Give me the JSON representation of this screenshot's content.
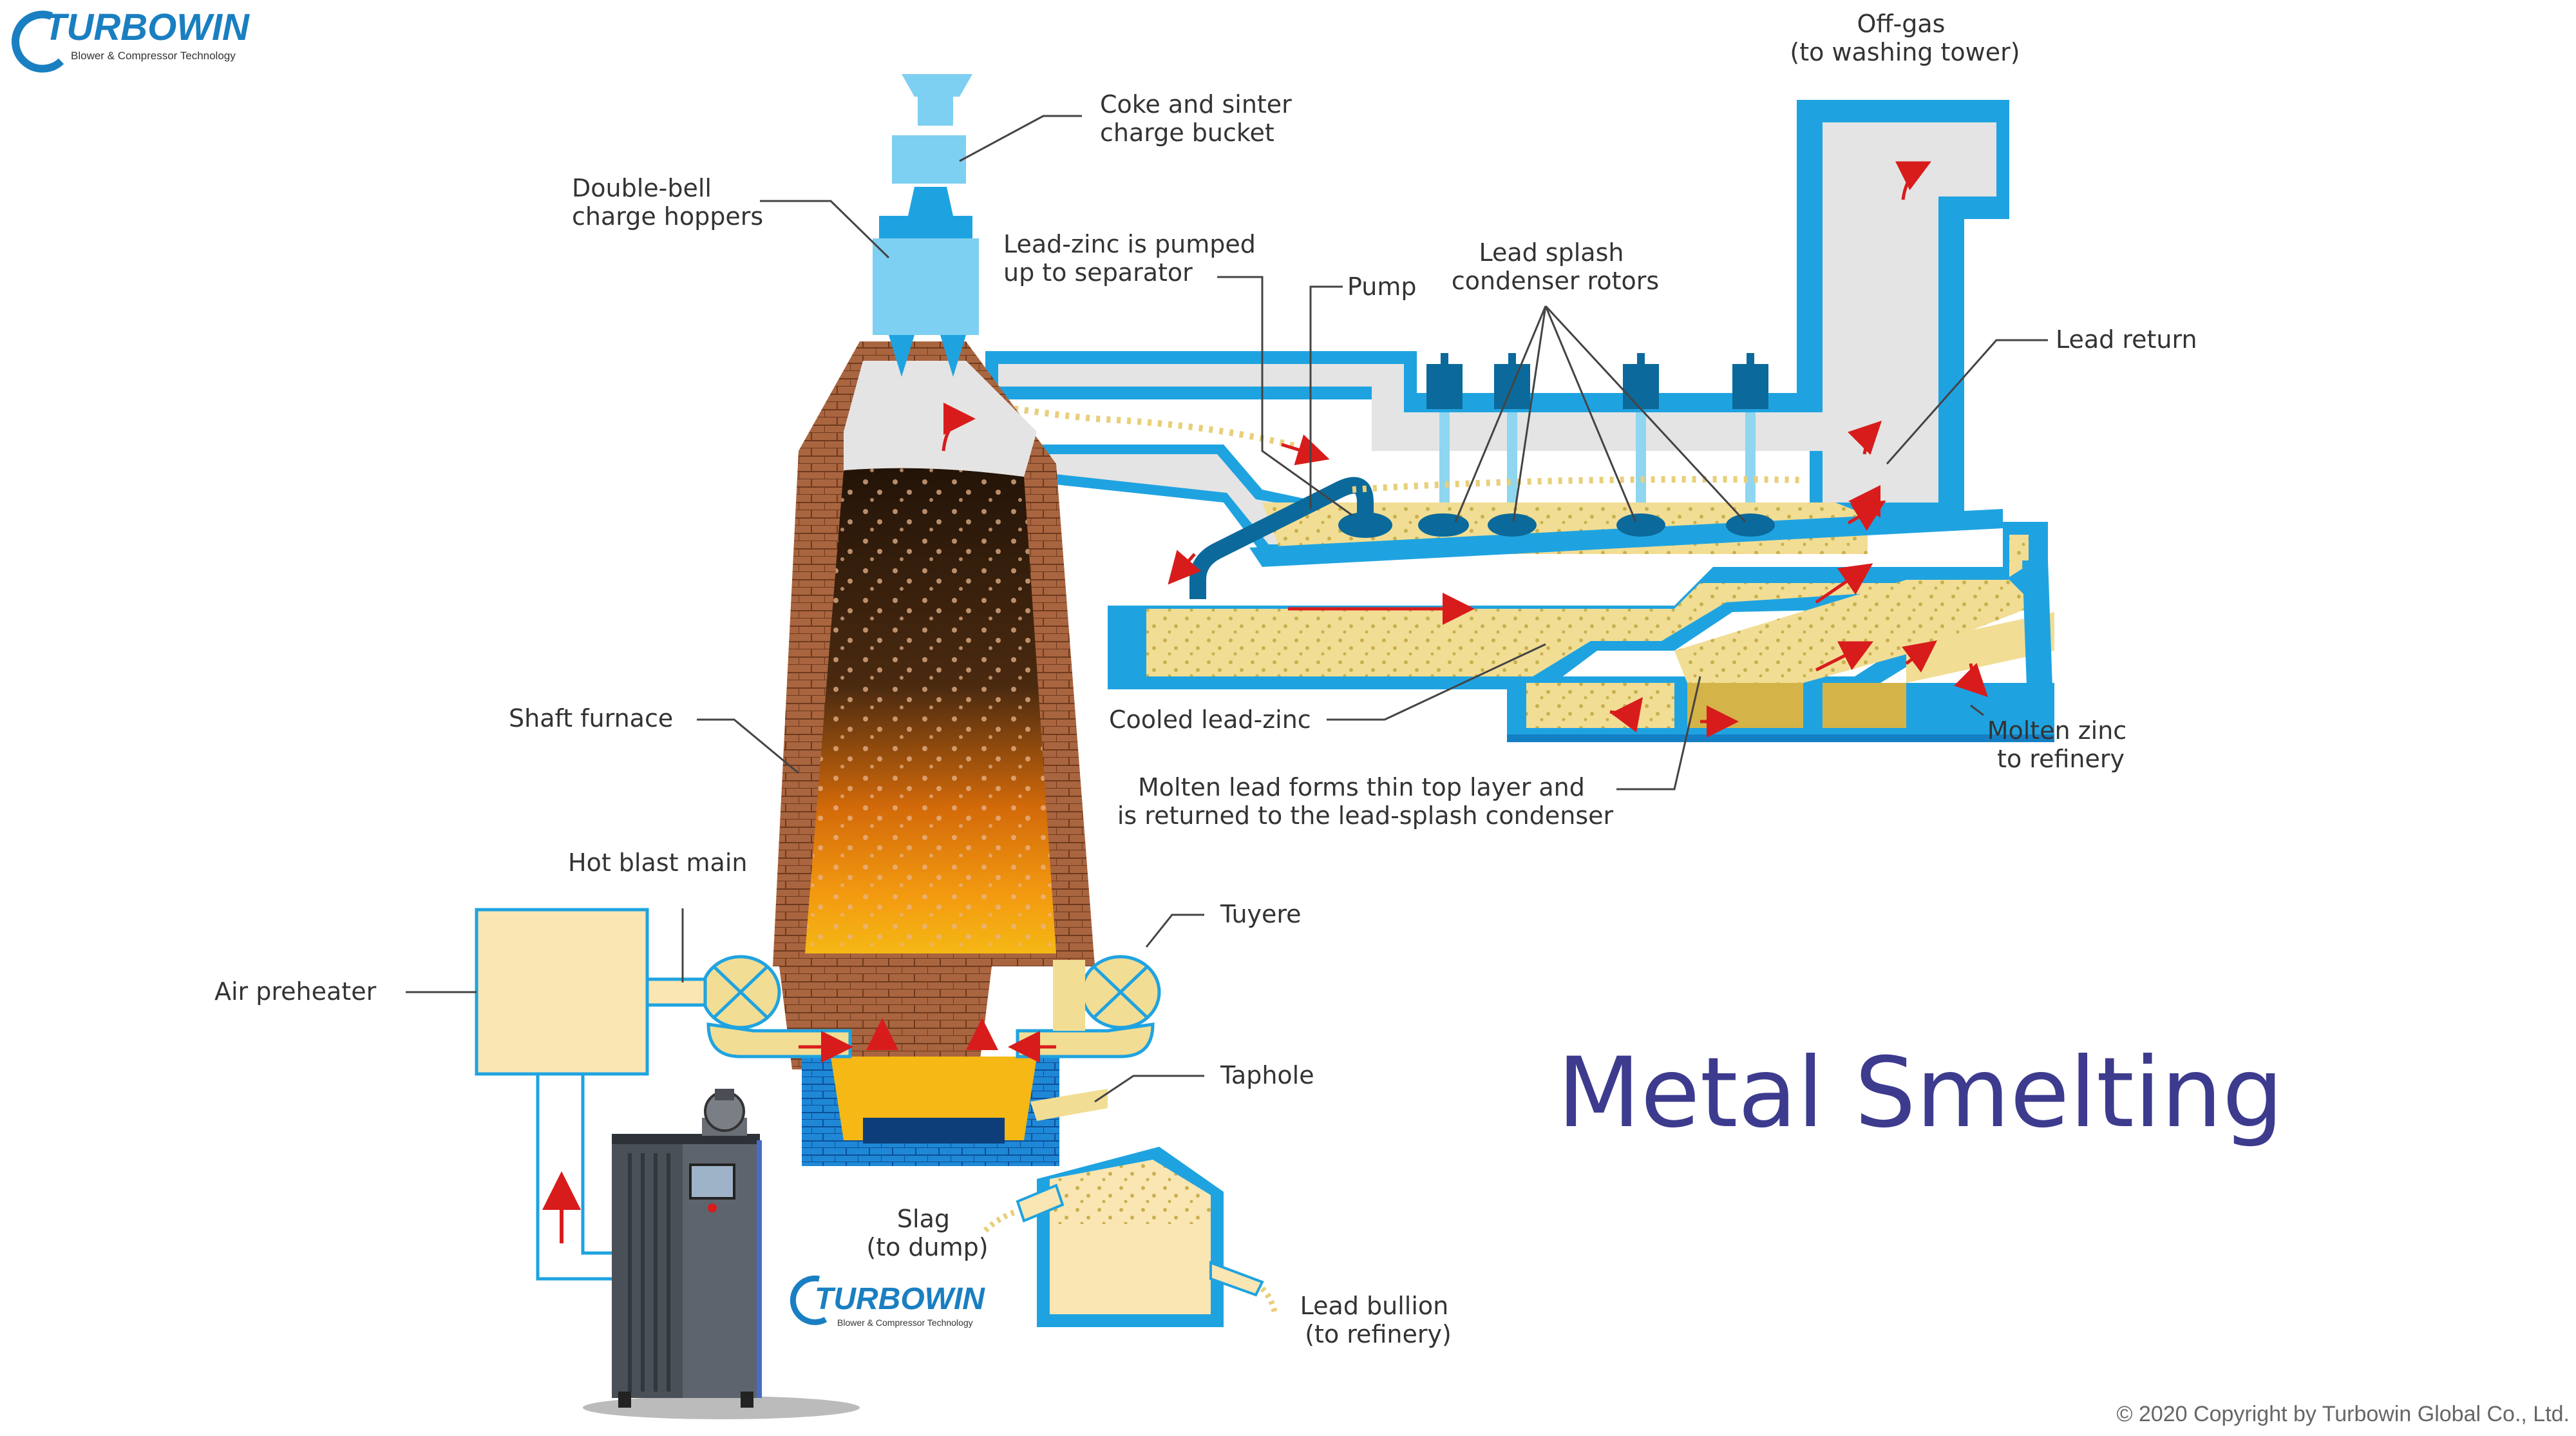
{
  "brand": {
    "name": "TURBOWIN",
    "tagline": "Blower & Compressor Technology"
  },
  "title": "Metal Smelting",
  "copyright": "© 2020 Copyright by Turbowin Global Co., Ltd.",
  "labels": {
    "offgas": [
      "Off-gas",
      "(to washing tower)"
    ],
    "coke": [
      "Coke and sinter",
      "charge bucket"
    ],
    "hoppers": [
      "Double-bell",
      "charge hoppers"
    ],
    "pumped": [
      "Lead-zinc is pumped",
      "up to separator"
    ],
    "pump": [
      "Pump"
    ],
    "rotors": [
      "Lead splash",
      "condenser rotors"
    ],
    "lead_return": [
      "Lead return"
    ],
    "shaft_furnace": [
      "Shaft furnace"
    ],
    "cooled": [
      "Cooled lead-zinc"
    ],
    "molten_zinc": [
      "Molten zinc",
      "to refinery"
    ],
    "molten_lead": [
      "Molten lead forms thin top layer and",
      "is returned to the lead-splash condenser"
    ],
    "hot_blast": [
      "Hot blast main"
    ],
    "tuyere": [
      "Tuyere"
    ],
    "air_preheater": [
      "Air preheater"
    ],
    "taphole": [
      "Taphole"
    ],
    "slag": [
      "Slag",
      "(to dump)"
    ],
    "lead_bullion": [
      "Lead bullion",
      "(to refinery)"
    ]
  },
  "colors": {
    "water_blue": "#1fa3e0",
    "light_blue": "#7dd0f2",
    "sand": "#f2dd94",
    "brick": "#a9653f",
    "title_purple": "#3d3b8e",
    "arrow_red": "#d81c1c"
  }
}
